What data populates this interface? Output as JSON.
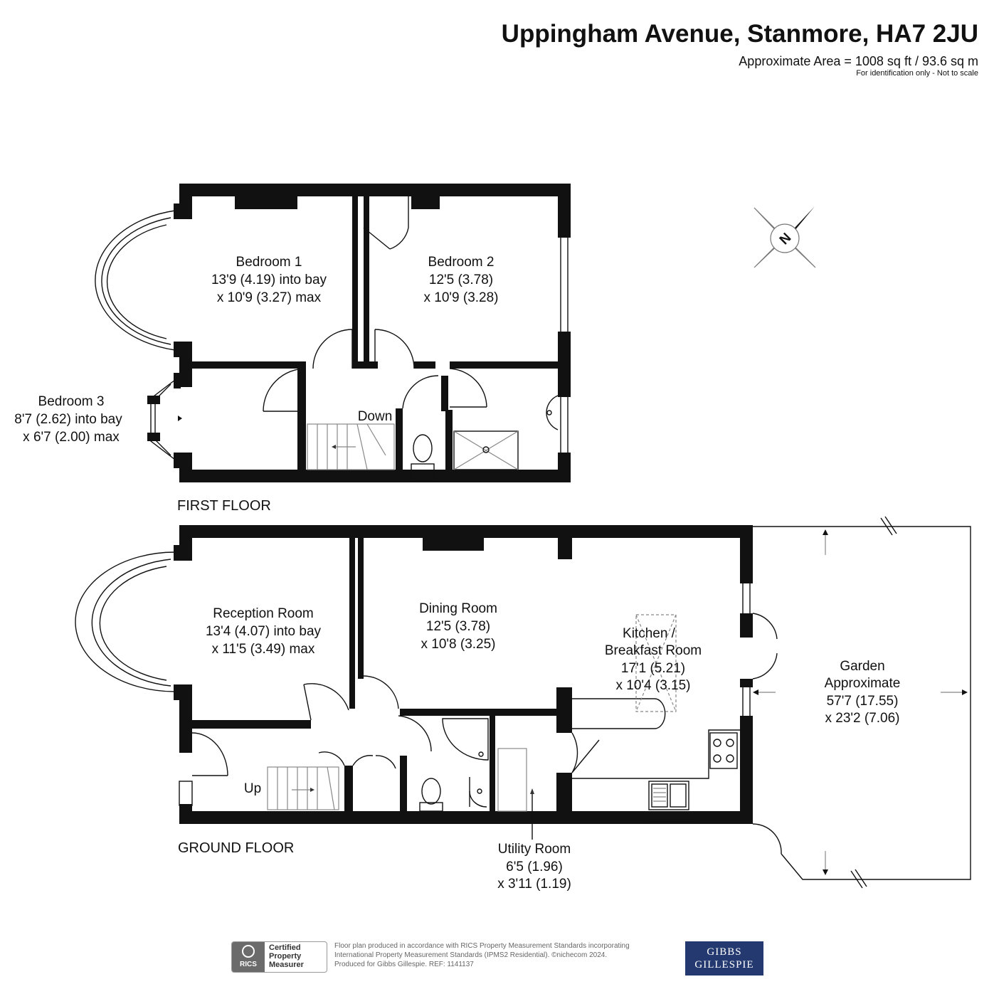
{
  "header": {
    "title": "Uppingham Avenue, Stanmore, HA7 2JU",
    "area": "Approximate Area = 1008 sq ft / 93.6 sq m",
    "note": "For identification only - Not to scale"
  },
  "compass": {
    "label": "N"
  },
  "first_floor": {
    "label": "FIRST FLOOR",
    "stairs_label": "Down",
    "rooms": [
      {
        "name": "Bedroom 1",
        "dim1": "13'9 (4.19) into bay",
        "dim2": "x 10'9 (3.27) max"
      },
      {
        "name": "Bedroom 2",
        "dim1": "12'5 (3.78)",
        "dim2": "x 10'9 (3.28)"
      },
      {
        "name": "Bedroom 3",
        "dim1": "8'7 (2.62) into bay",
        "dim2": "x 6'7 (2.00) max"
      }
    ]
  },
  "ground_floor": {
    "label": "GROUND FLOOR",
    "stairs_label": "Up",
    "rooms": [
      {
        "name": "Reception Room",
        "dim1": "13'4 (4.07) into bay",
        "dim2": "x 11'5 (3.49) max"
      },
      {
        "name": "Dining Room",
        "dim1": "12'5 (3.78)",
        "dim2": "x 10'8 (3.25)"
      },
      {
        "name": "Kitchen /",
        "name2": "Breakfast Room",
        "dim1": "17'1 (5.21)",
        "dim2": "x 10'4 (3.15)"
      },
      {
        "name": "Utility Room",
        "dim1": "6'5 (1.96)",
        "dim2": "x 3'11 (1.19)"
      },
      {
        "name": "Garden",
        "name2": "Approximate",
        "dim1": "57'7 (17.55)",
        "dim2": "x 23'2 (7.06)"
      }
    ]
  },
  "footer": {
    "line1": "Floor plan produced in accordance with RICS Property Measurement Standards incorporating",
    "line2": "International Property Measurement Standards (IPMS2 Residential).  ©nichecom 2024.",
    "line3": "Produced for Gibbs Gillespie.   REF: 1141137",
    "rics": "RICS",
    "cert1": "Certified",
    "cert2": "Property",
    "cert3": "Measurer",
    "brand1": "GIBBS",
    "brand2": "GILLESPIE"
  }
}
